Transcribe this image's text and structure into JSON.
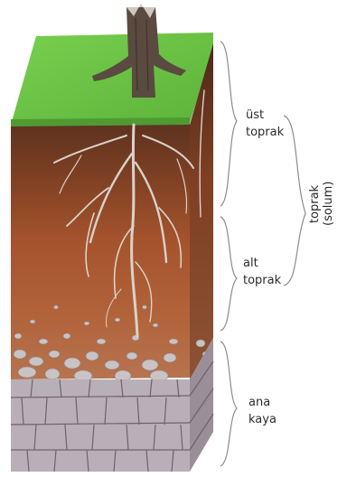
{
  "labels": {
    "topsoil": [
      "üst",
      "toprak"
    ],
    "subsoil": [
      "alt",
      "toprak"
    ],
    "bedrock": [
      "ana",
      "kaya"
    ],
    "solum": [
      "toprak",
      "(solum)"
    ]
  },
  "colors": {
    "grass": "#6fc547",
    "topsoil": "#6b3a22",
    "subsoil": "#a8552f",
    "gravel": "#c9c3c6",
    "bedrock": "#b9afb8",
    "roots": "#d9d2cc",
    "trunk": "#5a4a40",
    "bracket": "#8c8c8c"
  }
}
